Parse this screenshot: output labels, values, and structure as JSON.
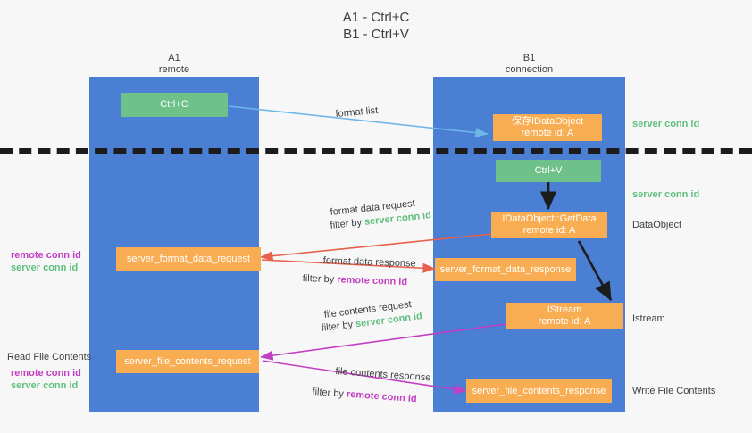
{
  "title": {
    "line1": "A1 - Ctrl+C",
    "line2": "B1 - Ctrl+V"
  },
  "lanes": [
    {
      "id": "a1",
      "name": "A1",
      "role": "remote"
    },
    {
      "id": "b1",
      "name": "B1",
      "role": "connection"
    }
  ],
  "boxes": {
    "ctrl_c": {
      "label": "Ctrl+C"
    },
    "ctrl_v": {
      "label": "Ctrl+V"
    },
    "save_dataobject": {
      "label": "保存IDataObject",
      "sub": "remote id: A"
    },
    "getdata": {
      "label": "IDataObject::GetData",
      "sub": "remote id: A"
    },
    "istream": {
      "label": "IStream",
      "sub": "remote id: A"
    },
    "format_data_request": {
      "label": "server_format_data_request"
    },
    "format_data_response": {
      "label": "server_format_data_response"
    },
    "file_contents_request": {
      "label": "server_file_contents_request"
    },
    "file_contents_response": {
      "label": "server_file_contents_response"
    }
  },
  "edge_labels": {
    "format_list": "format list",
    "format_data_request": "format data request",
    "format_data_request_filter_prefix": "filter by ",
    "format_data_request_filter_value": "server conn id",
    "format_data_response": "format data response",
    "format_data_response_filter_prefix": "filter by ",
    "format_data_response_filter_value": "remote conn id",
    "file_contents_request": "file contents request",
    "file_contents_request_filter_prefix": "filter by ",
    "file_contents_request_filter_value": "server conn id",
    "file_contents_response": "file contents response",
    "file_contents_response_filter_prefix": "filter by ",
    "file_contents_response_filter_value": "remote conn id"
  },
  "annotations": {
    "server_conn_id_top": "server conn id",
    "server_conn_id_mid": "server conn id",
    "dataobject": "DataObject",
    "istream": "Istream",
    "write_file_contents": "Write File Contents",
    "read_file_contents": "Read File Contents",
    "left_mid_remote": "remote conn id",
    "left_mid_server": "server conn id",
    "left_bottom_remote": "remote conn id",
    "left_bottom_server": "server conn id"
  },
  "colors": {
    "lane": "#4a7fd4",
    "green_box": "#6fc18a",
    "orange_box": "#f9ad53",
    "server_conn_id": "#5fbf7e",
    "remote_conn_id": "#c23ec2",
    "arrow_light_blue": "#6fb7e8",
    "arrow_red": "#e8604c",
    "arrow_magenta": "#c23ec2",
    "arrow_dark": "#1c1c1c",
    "background": "#f7f7f7"
  }
}
